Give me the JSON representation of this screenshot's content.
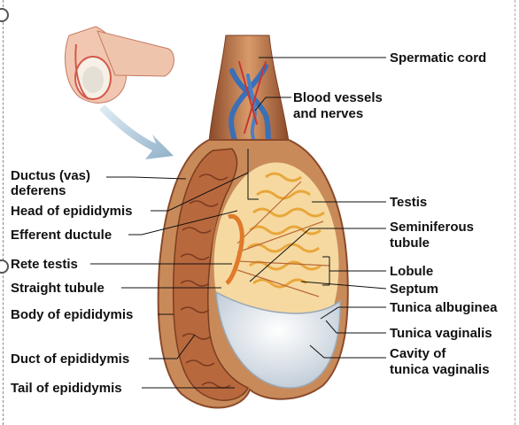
{
  "labels": {
    "spermatic_cord": "Spermatic cord",
    "blood_vessels_1": "Blood vessels",
    "blood_vessels_2": "and nerves",
    "ductus_deferens_1": "Ductus (vas)",
    "ductus_deferens_2": "deferens",
    "head_of_epididymis": "Head of epididymis",
    "efferent_ductule": "Efferent ductule",
    "rete_testis": "Rete testis",
    "straight_tubule": "Straight tubule",
    "body_of_epididymis": "Body of epididymis",
    "duct_of_epididymis": "Duct of epididymis",
    "tail_of_epididymis": "Tail of epididymis",
    "testis": "Testis",
    "seminiferous_tubule_1": "Seminiferous",
    "seminiferous_tubule_2": "tubule",
    "lobule": "Lobule",
    "septum": "Septum",
    "tunica_albuginea": "Tunica albuginea",
    "tunica_vaginalis": "Tunica vaginalis",
    "cavity_1": "Cavity of",
    "cavity_2": "tunica vaginalis"
  },
  "colors": {
    "tunic_outer": "#c98a5a",
    "tunic_dark": "#9c5a32",
    "epididymis": "#b8683d",
    "testis_tubules": "#f2b63f",
    "vessels_blue": "#3b6fb6",
    "vessels_red": "#c9362f",
    "cavity": "#dfe6ee",
    "arrow": "#a9c2d6",
    "leader": "#111111"
  }
}
